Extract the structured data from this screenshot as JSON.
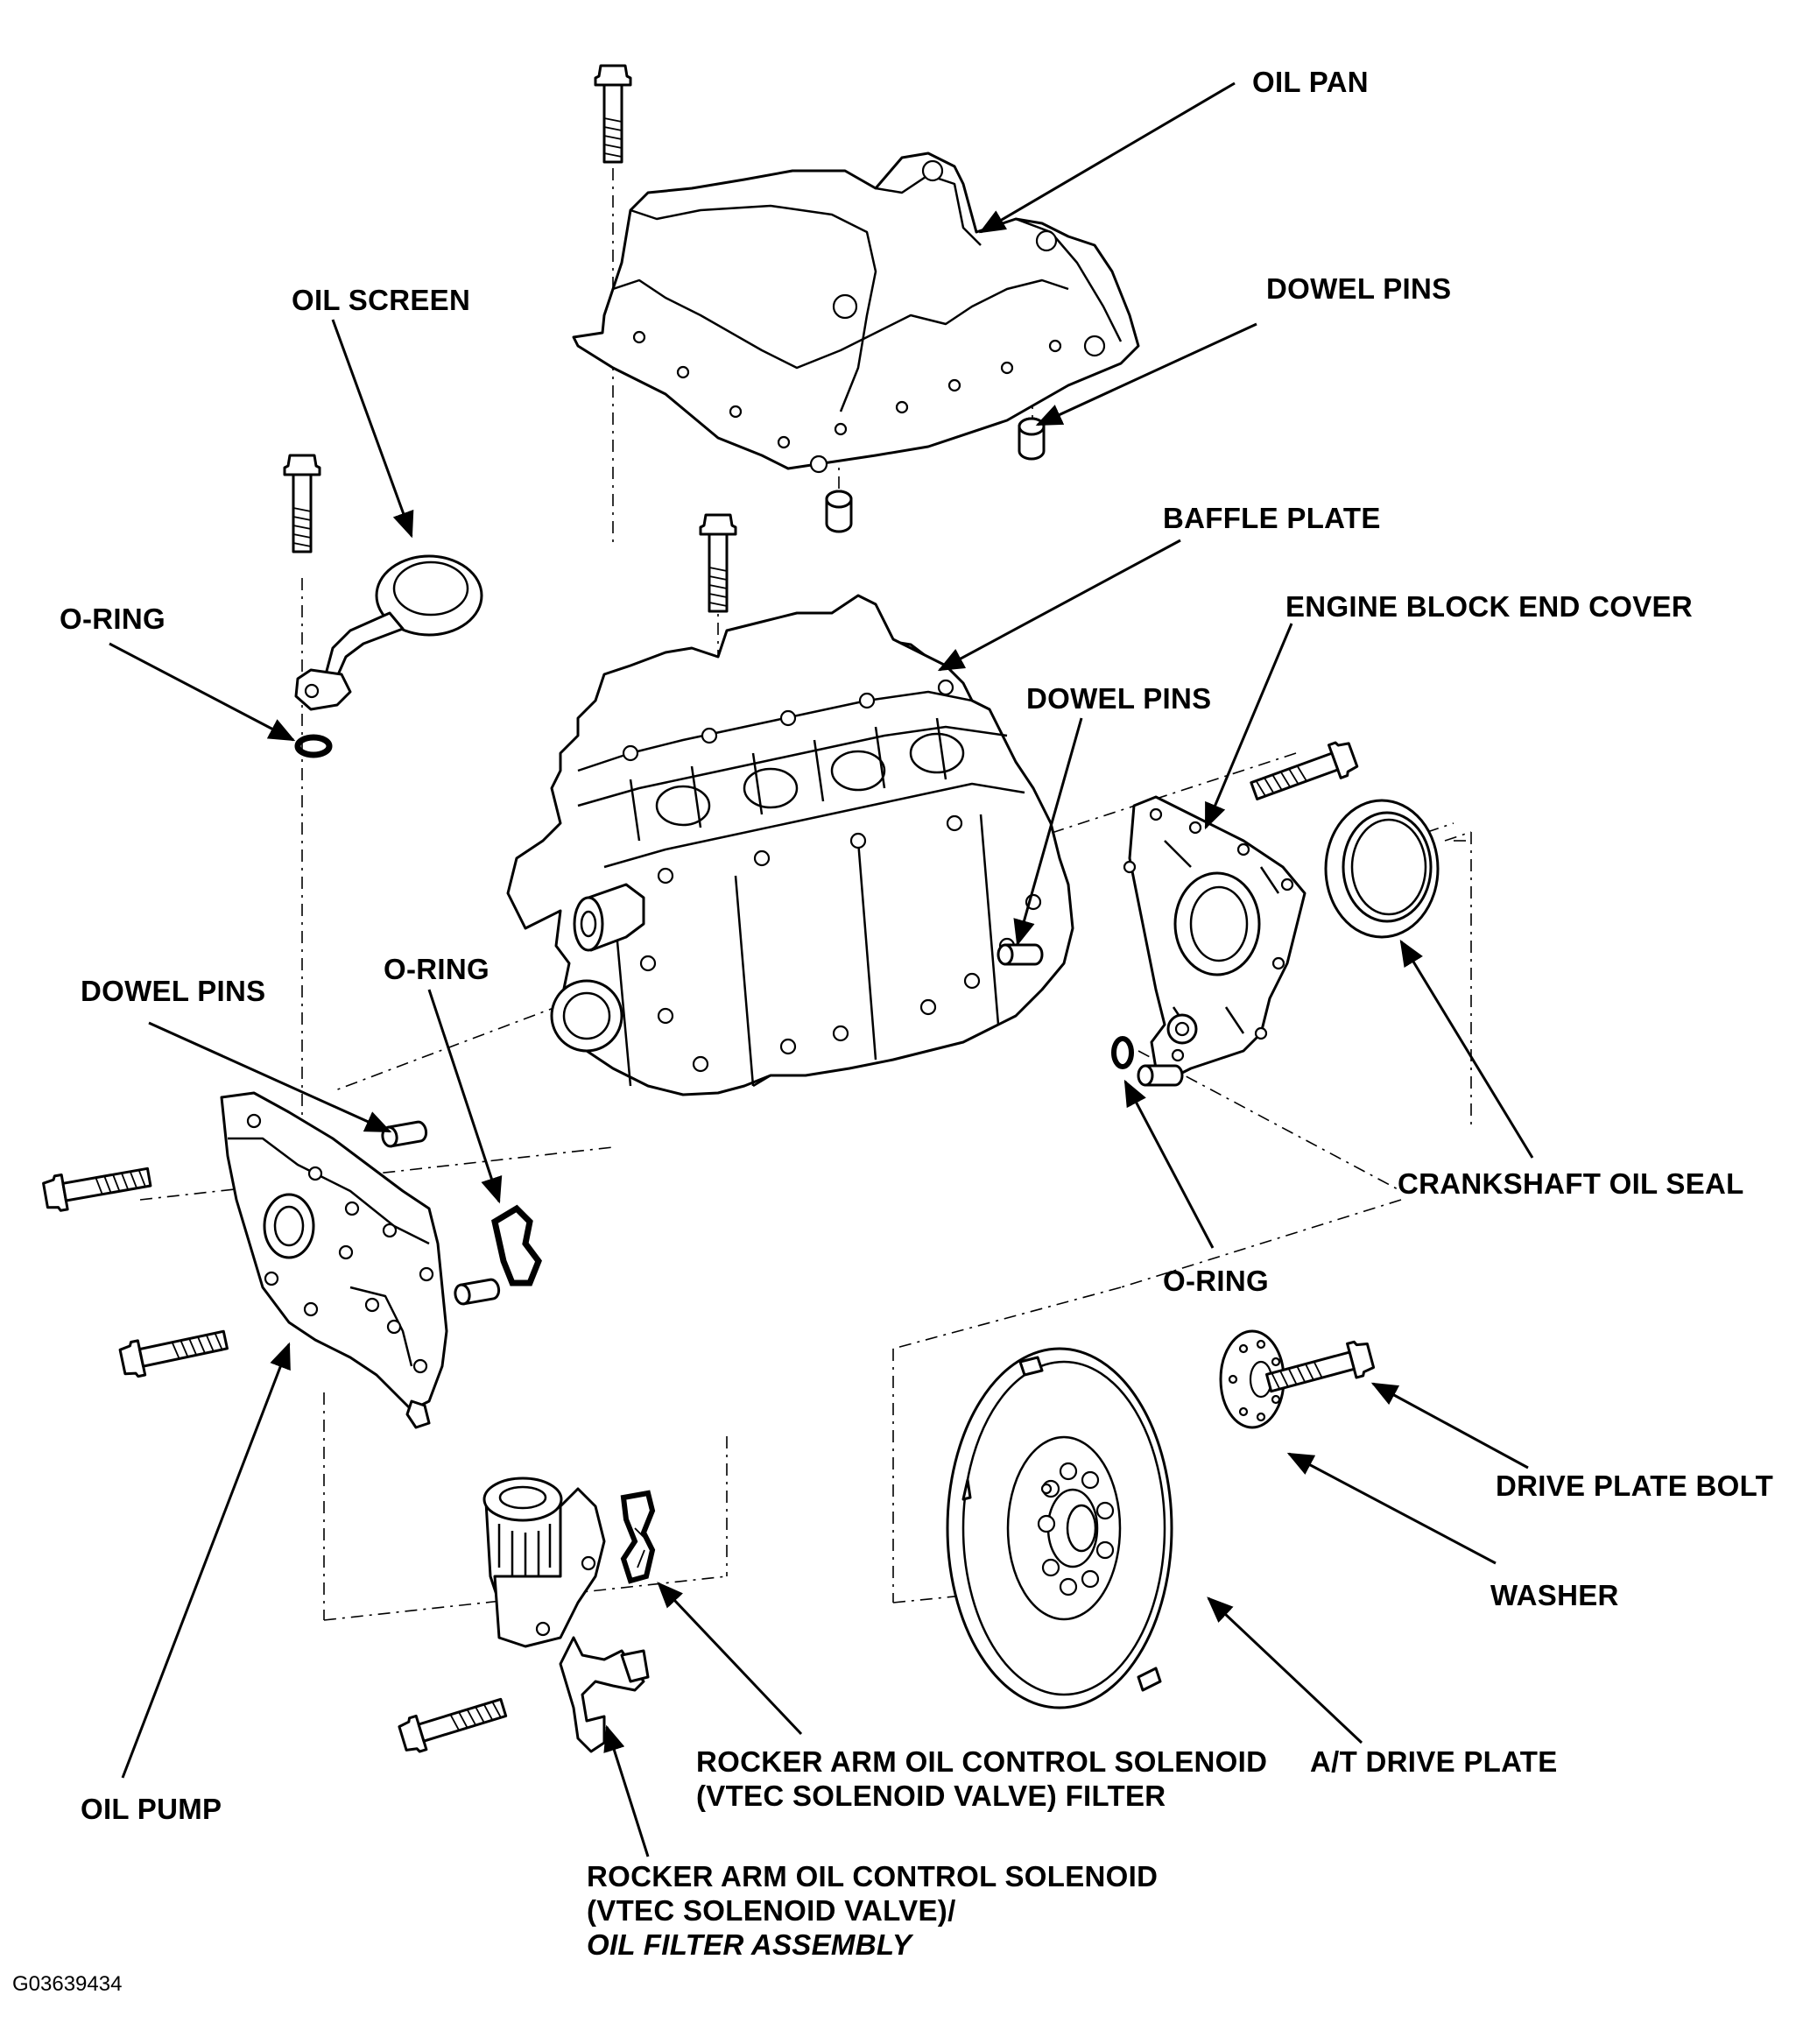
{
  "labels": {
    "oil_pan": "OIL PAN",
    "dowel_pins_top": "DOWEL PINS",
    "oil_screen": "OIL SCREEN",
    "baffle_plate": "BAFFLE PLATE",
    "o_ring_left": "O-RING",
    "engine_block_end_cover": "ENGINE BLOCK END COVER",
    "dowel_pins_right": "DOWEL PINS",
    "dowel_pins_left": "DOWEL PINS",
    "o_ring_middle": "O-RING",
    "crankshaft_oil_seal": "CRANKSHAFT OIL SEAL",
    "o_ring_right": "O-RING",
    "drive_plate_bolt": "DRIVE PLATE BOLT",
    "washer": "WASHER",
    "at_drive_plate": "A/T DRIVE PLATE",
    "vtec_filter_line1": "ROCKER ARM OIL CONTROL SOLENOID",
    "vtec_filter_line2": "(VTEC SOLENOID VALVE) FILTER",
    "oil_pump": "OIL PUMP",
    "vtec_assembly_line1": "ROCKER ARM OIL CONTROL SOLENOID",
    "vtec_assembly_line2": "(VTEC SOLENOID VALVE)/",
    "vtec_assembly_line3": "OIL FILTER ASSEMBLY"
  },
  "figure_id": "G03639434"
}
